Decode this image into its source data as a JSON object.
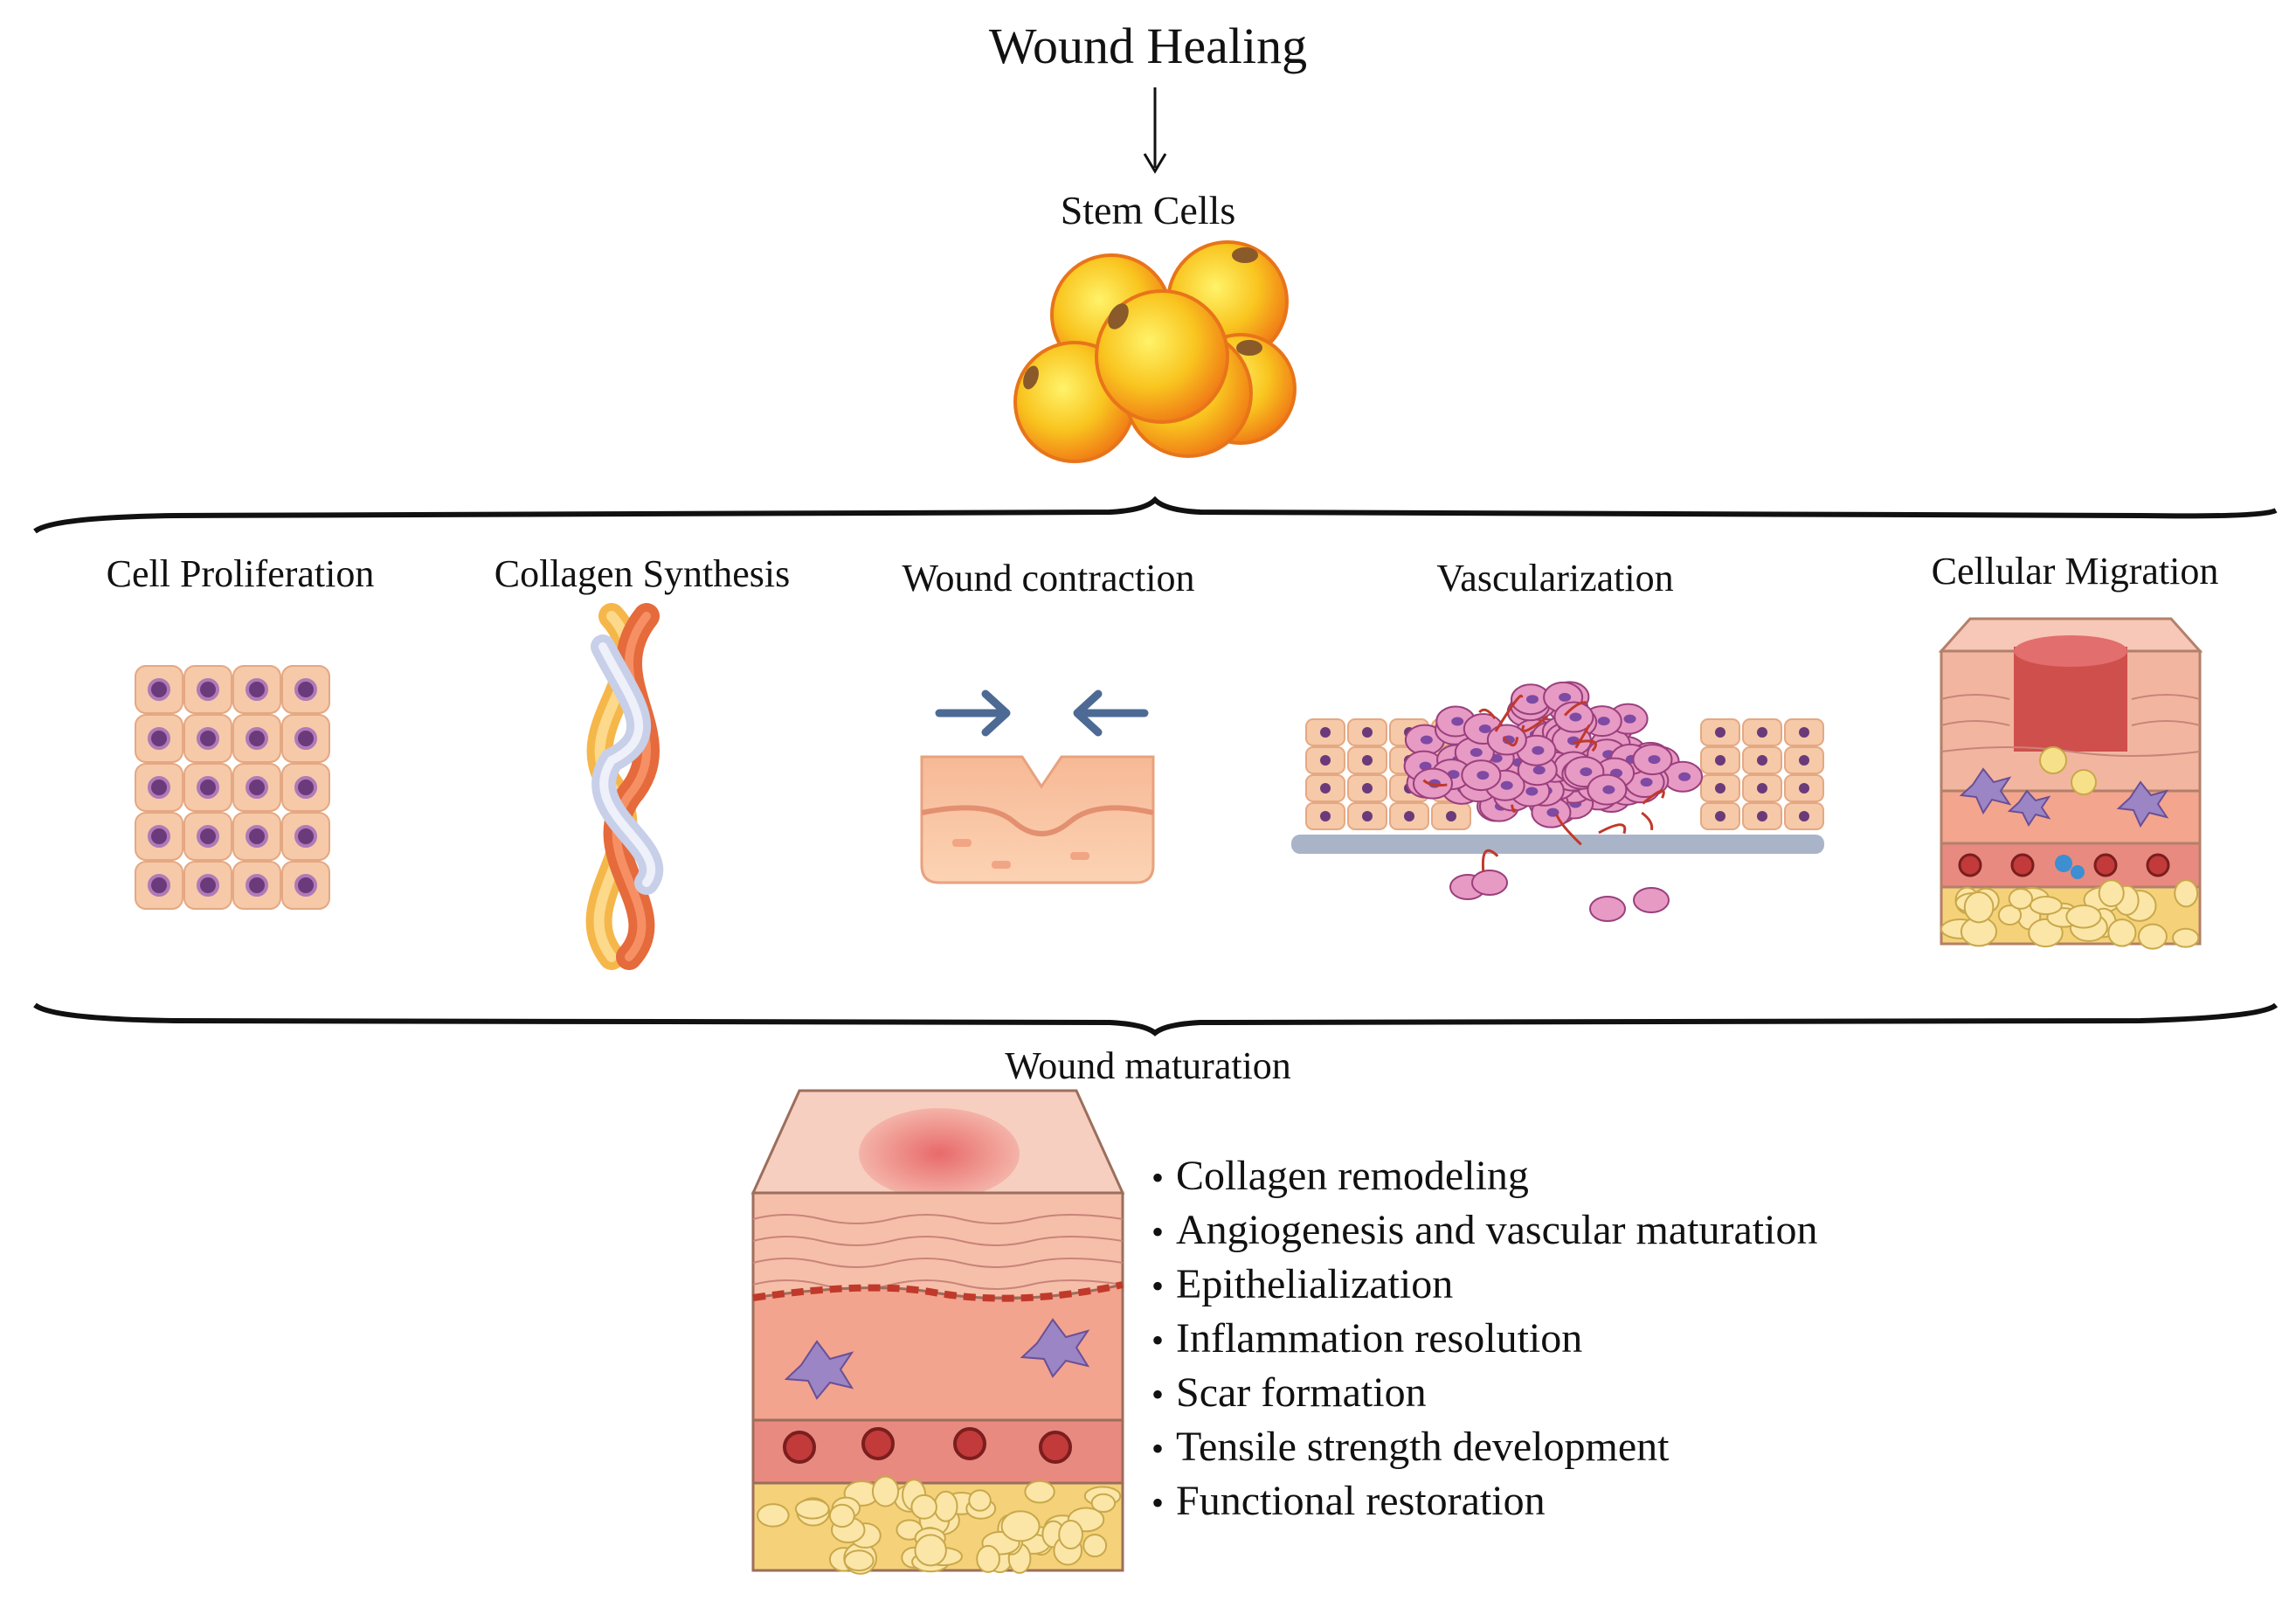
{
  "title": "Wound Healing",
  "stem_cells": {
    "label": "Stem Cells"
  },
  "categories": [
    {
      "label": "Cell Proliferation"
    },
    {
      "label": "Collagen Synthesis"
    },
    {
      "label": "Wound contraction"
    },
    {
      "label": "Vascularization"
    },
    {
      "label": "Cellular Migration"
    }
  ],
  "maturation": {
    "label": "Wound maturation",
    "items": [
      "Collagen remodeling",
      "Angiogenesis and vascular maturation",
      "Epithelialization",
      "Inflammation resolution",
      "Scar formation",
      "Tensile strength development",
      "Functional restoration"
    ]
  },
  "colors": {
    "skin": "#f6c9a8",
    "cell_nucleus": "#6b3a7a",
    "arrow_blue": "#4d6a94",
    "stem_cell": "#f7a81e",
    "fat": "#f5d27a"
  }
}
